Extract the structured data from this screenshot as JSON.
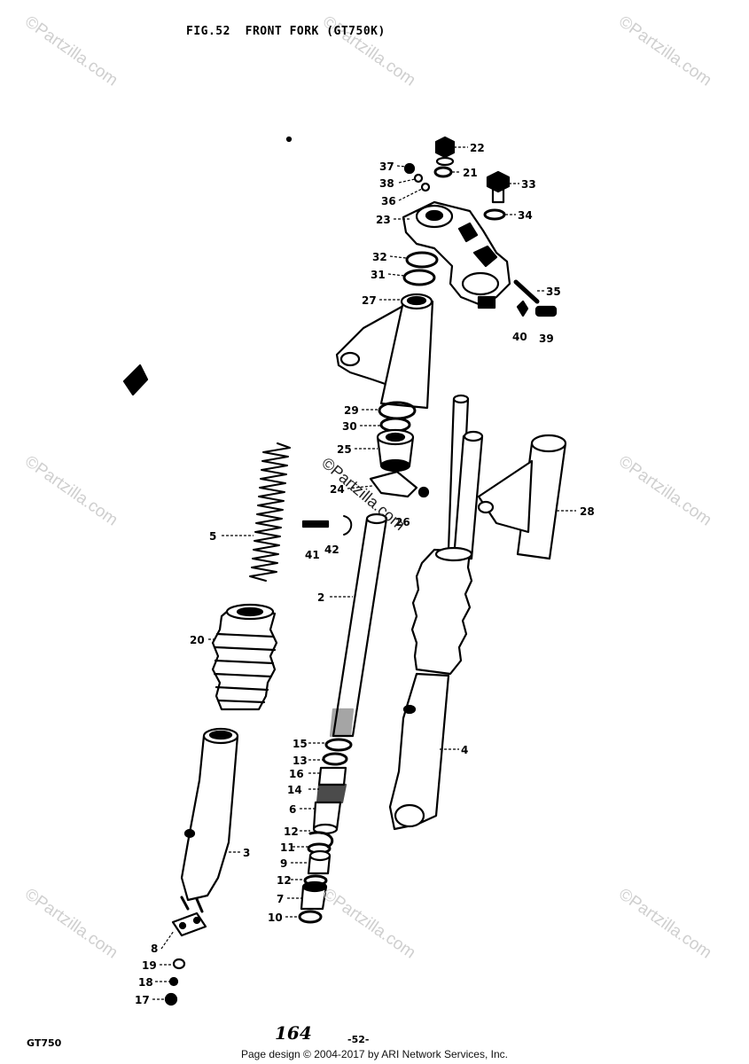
{
  "title": "FIG.52  FRONT FORK (GT750K)",
  "model": "GT750",
  "page_number": "164",
  "sub_page": "-52-",
  "footer": "Page design © 2004-2017 by ARI Network Services, Inc.",
  "watermark": "©Partzilla.com",
  "callouts": [
    {
      "label": "22"
    },
    {
      "label": "21"
    },
    {
      "label": "37"
    },
    {
      "label": "38"
    },
    {
      "label": "36"
    },
    {
      "label": "33"
    },
    {
      "label": "34"
    },
    {
      "label": "23"
    },
    {
      "label": "32"
    },
    {
      "label": "31"
    },
    {
      "label": "27"
    },
    {
      "label": "35"
    },
    {
      "label": "40"
    },
    {
      "label": "39"
    },
    {
      "label": "29"
    },
    {
      "label": "30"
    },
    {
      "label": "25"
    },
    {
      "label": "24"
    },
    {
      "label": "26"
    },
    {
      "label": "28"
    },
    {
      "label": "5"
    },
    {
      "label": "41"
    },
    {
      "label": "42"
    },
    {
      "label": "2"
    },
    {
      "label": "20"
    },
    {
      "label": "4"
    },
    {
      "label": "15"
    },
    {
      "label": "13"
    },
    {
      "label": "16"
    },
    {
      "label": "14"
    },
    {
      "label": "6"
    },
    {
      "label": "12"
    },
    {
      "label": "3"
    },
    {
      "label": "11"
    },
    {
      "label": "9"
    },
    {
      "label": "12"
    },
    {
      "label": "7"
    },
    {
      "label": "10"
    },
    {
      "label": "8"
    },
    {
      "label": "19"
    },
    {
      "label": "18"
    },
    {
      "label": "17"
    }
  ]
}
